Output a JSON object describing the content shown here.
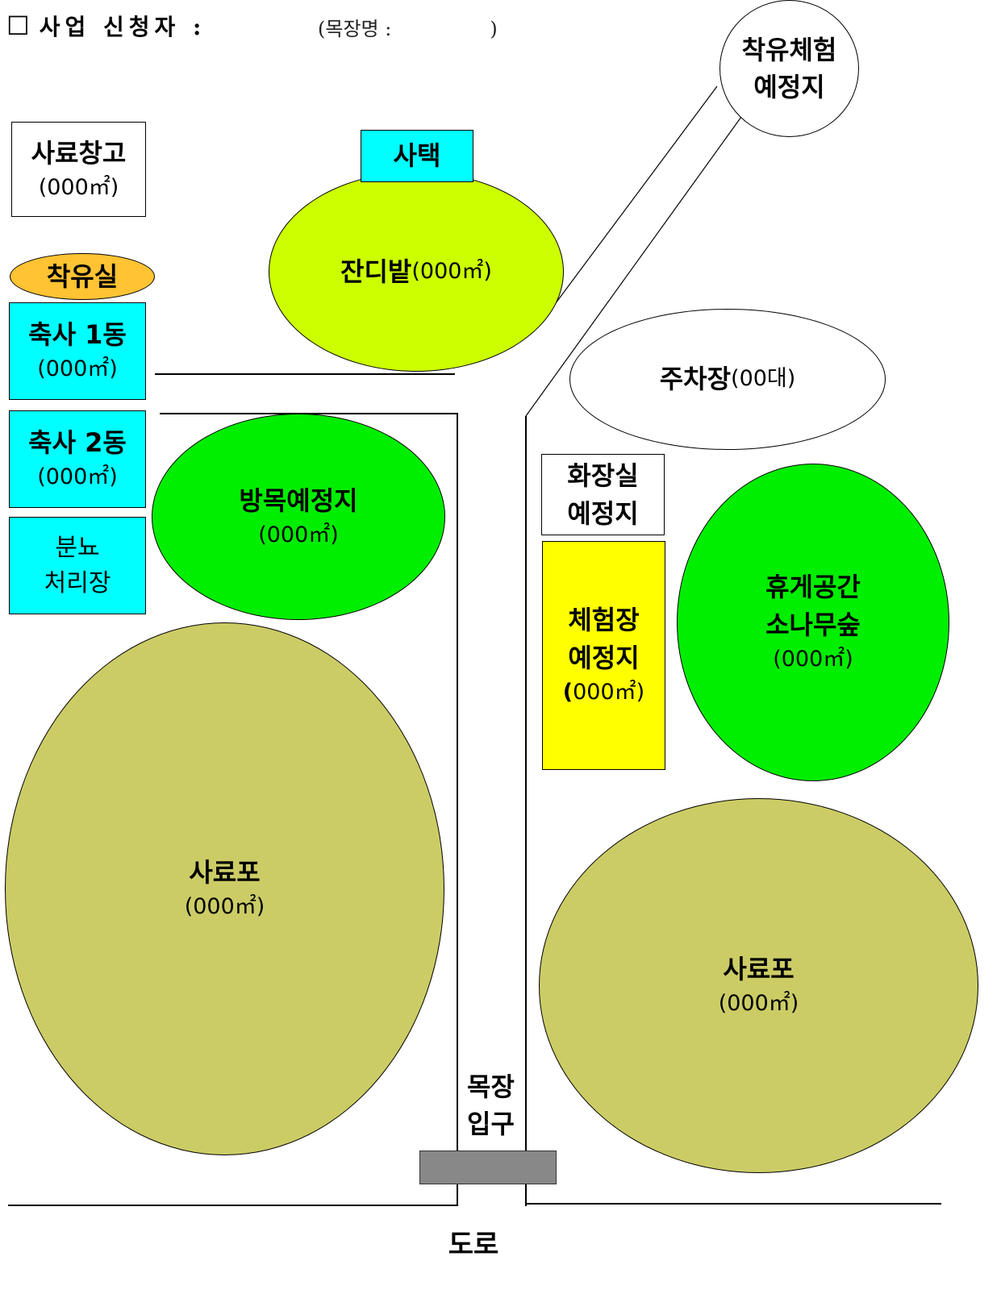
{
  "header": {
    "checkbox": "☐",
    "applicant_label": "사업 신청자 :",
    "ranch_name": "(목장명 :                )"
  },
  "areas": {
    "feed_storage": {
      "name": "사료창고",
      "size": "(000㎡)"
    },
    "milking_room": {
      "name": "착유실"
    },
    "barn1": {
      "name": "축사 1동",
      "size": "(000㎡)"
    },
    "barn2": {
      "name": "축사 2동",
      "size": "(000㎡)"
    },
    "manure": {
      "line1": "분뇨",
      "line2": "처리장"
    },
    "house": {
      "name": "사택"
    },
    "lawn": {
      "name": "잔디밭",
      "size": "(000㎡)"
    },
    "grazing": {
      "name": "방목예정지",
      "size": "(000㎡)"
    },
    "milking_exp": {
      "line1": "착유체험",
      "line2": "예정지"
    },
    "parking": {
      "name": "주차장",
      "size": "(00대)"
    },
    "toilet": {
      "line1": "화장실",
      "line2": "예정지"
    },
    "experience": {
      "line1": "체험장",
      "line2": "예정지",
      "size_open": "(",
      "size_rest": "000㎡)"
    },
    "rest_area": {
      "line1": "휴게공간",
      "line2": "소나무숲",
      "size": "(000㎡)"
    },
    "pasture_left": {
      "name": "사료포",
      "size": "(000㎡)"
    },
    "pasture_right": {
      "name": "사료포",
      "size": "(000㎡)"
    },
    "entrance": {
      "line1": "목장",
      "line2": "입구"
    },
    "road": {
      "name": "도로"
    }
  }
}
